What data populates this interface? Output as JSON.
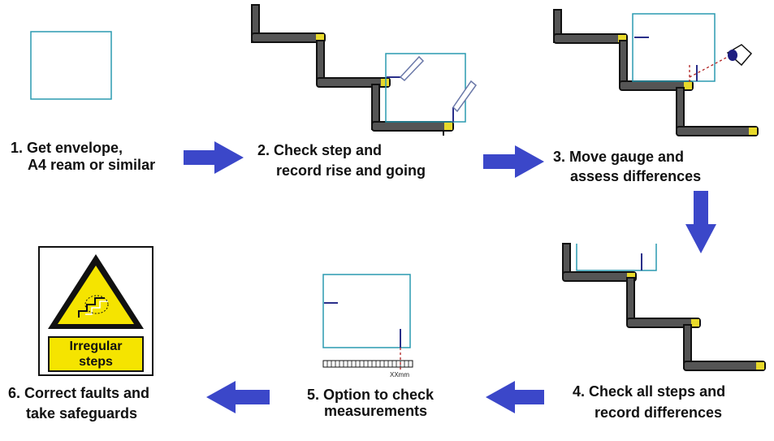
{
  "steps": [
    {
      "line1": "1. Get envelope,",
      "line2": "A4 ream or similar"
    },
    {
      "line1": "2. Check step and",
      "line2": "record rise and going"
    },
    {
      "line1": "3. Move gauge and",
      "line2": "assess differences"
    },
    {
      "line1": "4. Check all steps and",
      "line2": "record differences"
    },
    {
      "line1": "5. Option to check",
      "line2": "measurements"
    },
    {
      "line1": "6. Correct faults and",
      "line2": "take safeguards"
    }
  ],
  "sign": {
    "line1": "Irregular",
    "line2": "steps"
  },
  "scale_label": "XXmm",
  "colors": {
    "arrow": "#3b47c9",
    "gauge_outline": "#2a9ab0",
    "stair_fill": "#555555",
    "nosing": "#e8d92a",
    "marker_line": "#2a2f8a",
    "sign_yellow": "#f5e400",
    "dashed_line": "#b02020"
  }
}
